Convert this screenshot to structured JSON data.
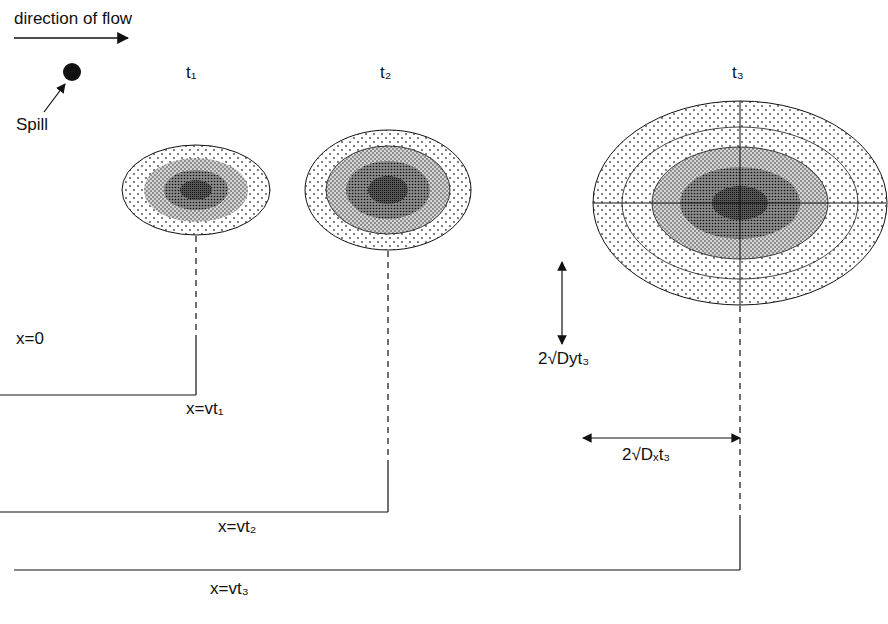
{
  "diagram": {
    "labels": [
      "direction of flow",
      "t₁",
      "t₂",
      "t₃",
      "Spill",
      "x=0",
      "x=vt₁",
      "x=vt₂",
      "2√Dyt₃",
      "2√Dₓt₃",
      "x=vt₃"
    ]
  }
}
